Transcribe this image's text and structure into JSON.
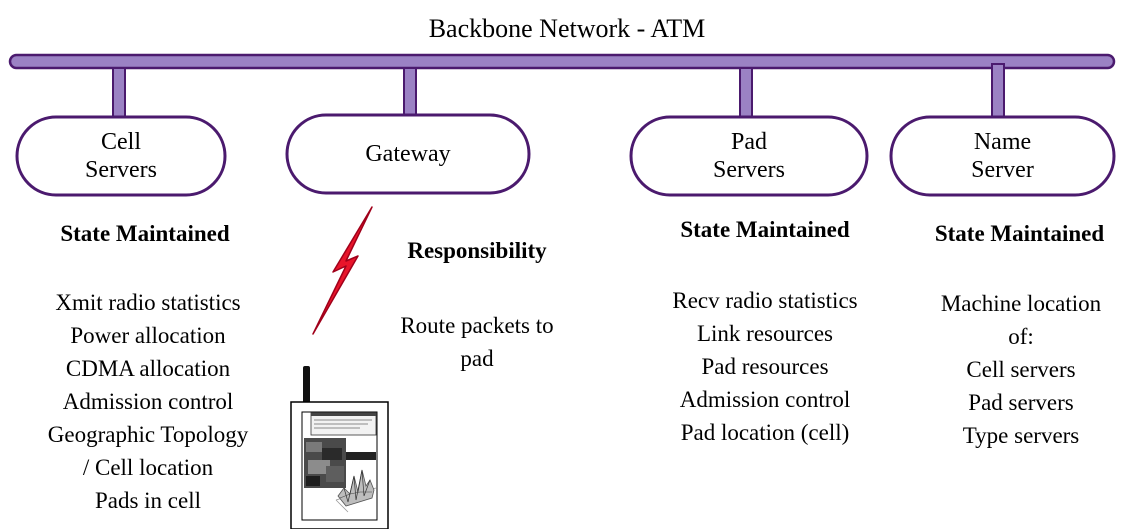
{
  "title": "Backbone Network - ATM",
  "nodes": {
    "cell_servers": {
      "line1": "Cell",
      "line2": "Servers"
    },
    "gateway": {
      "label": "Gateway"
    },
    "pad_servers": {
      "line1": "Pad",
      "line2": "Servers"
    },
    "name_server": {
      "line1": "Name",
      "line2": "Server"
    }
  },
  "cell_servers_section": {
    "heading": "State Maintained",
    "items": [
      "Xmit radio statistics",
      "Power allocation",
      "CDMA allocation",
      "Admission control",
      "Geographic Topology",
      "/ Cell location",
      "Pads in cell"
    ]
  },
  "gateway_section": {
    "heading": "Responsibility",
    "items": [
      "Route packets to",
      "pad"
    ]
  },
  "pad_servers_section": {
    "heading": "State Maintained",
    "items": [
      "Recv radio statistics",
      "Link resources",
      "Pad resources",
      "Admission control",
      "Pad location (cell)"
    ]
  },
  "name_server_section": {
    "heading": "State Maintained",
    "items": [
      "Machine location",
      "of:",
      "Cell servers",
      "Pad servers",
      "Type servers"
    ]
  },
  "icons": [
    "lightning-bolt-icon",
    "wireless-pad-device-icon"
  ],
  "colors": {
    "backbone": "#9b82c4",
    "outline": "#4b1a6e",
    "lightning": "#e8142a"
  }
}
